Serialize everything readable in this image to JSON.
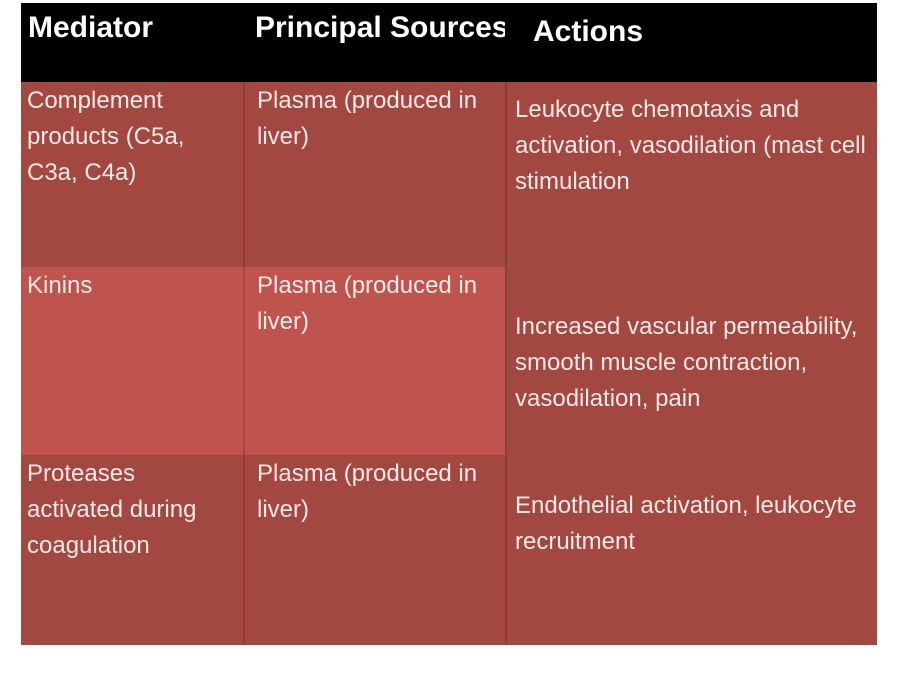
{
  "table": {
    "columns": [
      {
        "label": "Mediator"
      },
      {
        "label": "Principal Sources"
      },
      {
        "label": "Actions"
      }
    ],
    "rows": [
      {
        "mediator": "Complement products (C5a, C3a, C4a)",
        "source": "Plasma (produced in liver)",
        "action": "Leukocyte chemotaxis and activation, vasodilation (mast cell stimulation"
      },
      {
        "mediator": "Kinins",
        "source": "Plasma (produced in liver)",
        "action": "Increased vascular permeability, smooth muscle contraction, vasodilation, pain"
      },
      {
        "mediator": "Proteases activated during coagulation",
        "source": "Plasma (produced in liver)",
        "action": "Endothelial activation, leukocyte recruitment"
      }
    ]
  },
  "colors": {
    "page_bg": "#ffffff",
    "header_bg": "#000000",
    "header_text": "#ffffff",
    "row_dark": "#a34741",
    "row_light": "#bf544e",
    "body_text": "#f2e9e7"
  }
}
